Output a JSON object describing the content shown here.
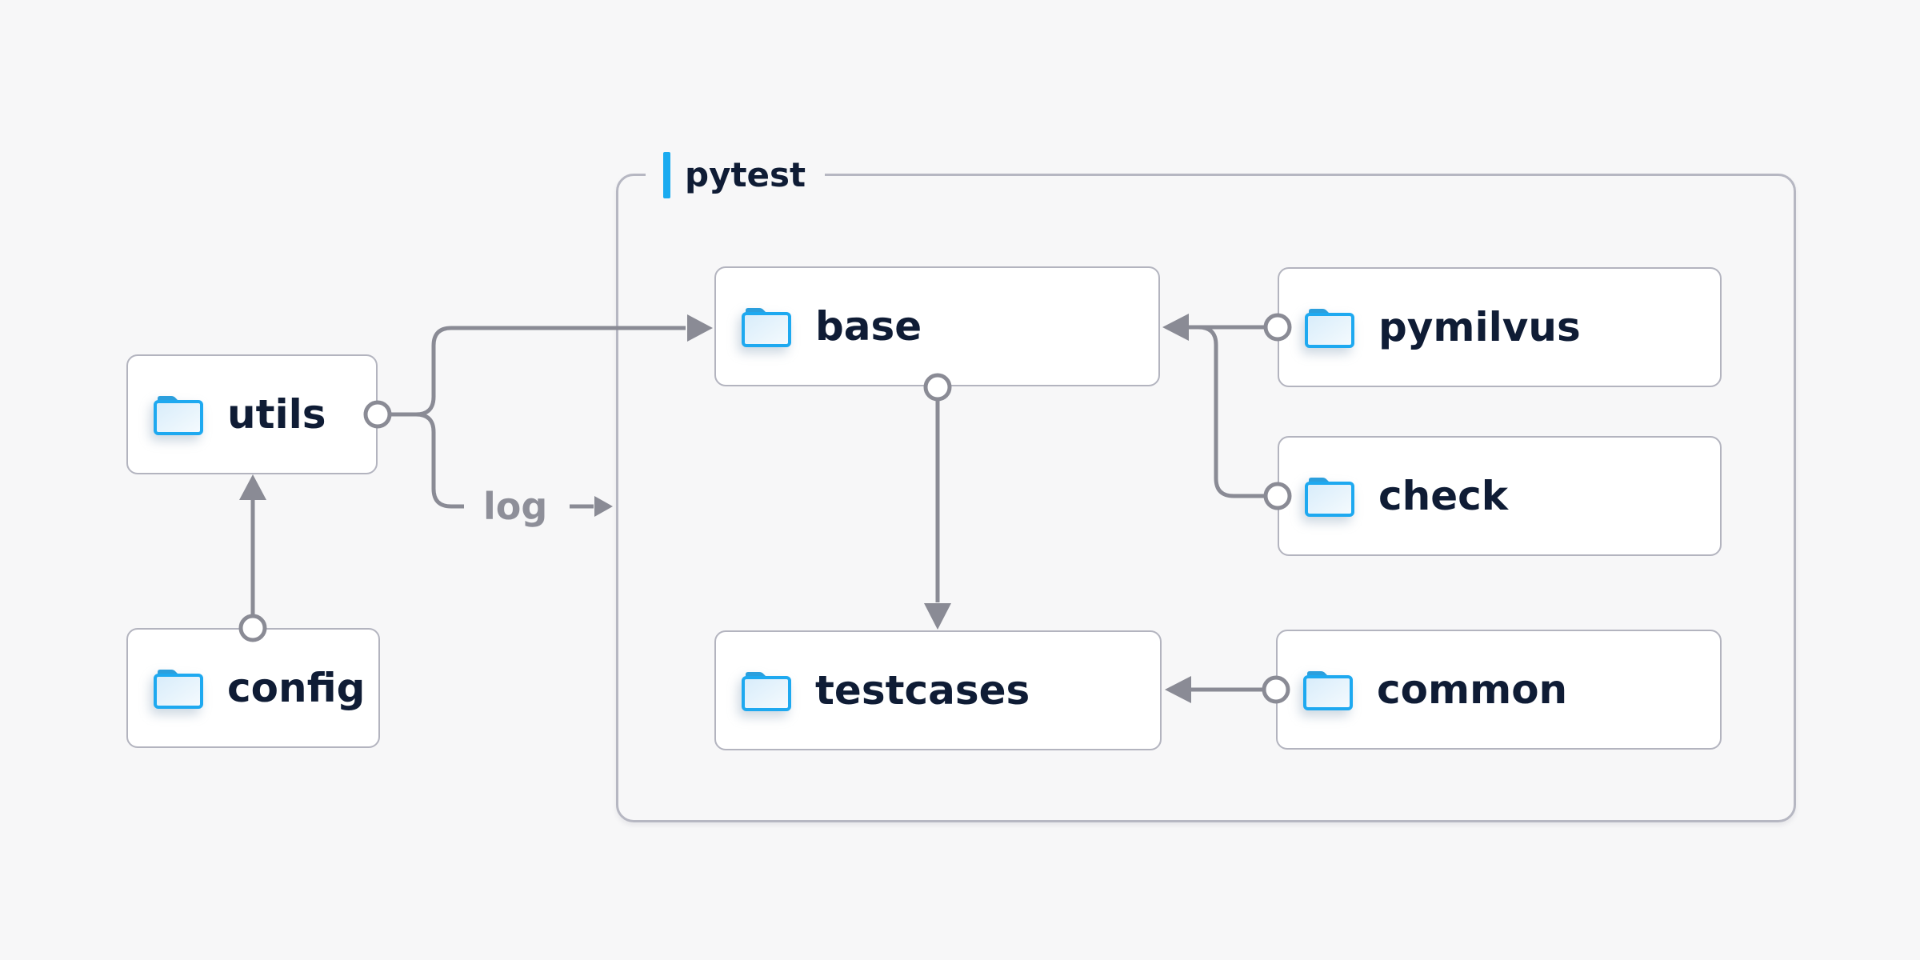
{
  "theme": {
    "bg": "#f7f7f8",
    "box-bg": "#ffffff",
    "box-border": "#b3b4bf",
    "container-border": "#b6b7c2",
    "line": "#8a8b95",
    "text": "#0f1c35",
    "muted": "#8e8f99",
    "accent": "#1aabf0",
    "folder-stroke": "#1ea9f0",
    "folder-tab": "#2b9fdd",
    "folder-fill-start": "#d7ecfa",
    "folder-fill-end": "#f6fbfe"
  },
  "diagram": {
    "container": {
      "label": "pytest"
    },
    "nodes": [
      {
        "id": "utils",
        "label": "utils",
        "icon": "folder-icon",
        "inside_container": false
      },
      {
        "id": "config",
        "label": "config",
        "icon": "folder-icon",
        "inside_container": false
      },
      {
        "id": "base",
        "label": "base",
        "icon": "folder-icon",
        "inside_container": true
      },
      {
        "id": "pymilvus",
        "label": "pymilvus",
        "icon": "folder-icon",
        "inside_container": true
      },
      {
        "id": "check",
        "label": "check",
        "icon": "folder-icon",
        "inside_container": true
      },
      {
        "id": "testcases",
        "label": "testcases",
        "icon": "folder-icon",
        "inside_container": true
      },
      {
        "id": "common",
        "label": "common",
        "icon": "folder-icon",
        "inside_container": true
      }
    ],
    "edges": [
      {
        "from": "config",
        "to": "utils",
        "label": "",
        "source_marker": "circle",
        "target_marker": "arrow"
      },
      {
        "from": "utils",
        "to": "base",
        "label": "",
        "source_marker": "circle",
        "target_marker": "arrow"
      },
      {
        "from": "utils",
        "to": "pytest",
        "label": "log",
        "source_marker": "circle",
        "target_marker": "arrow"
      },
      {
        "from": "pymilvus",
        "to": "base",
        "label": "",
        "source_marker": "circle",
        "target_marker": "arrow"
      },
      {
        "from": "check",
        "to": "base",
        "label": "",
        "source_marker": "circle",
        "target_marker": "arrow"
      },
      {
        "from": "base",
        "to": "testcases",
        "label": "",
        "source_marker": "circle",
        "target_marker": "arrow"
      },
      {
        "from": "common",
        "to": "testcases",
        "label": "",
        "source_marker": "circle",
        "target_marker": "arrow"
      }
    ]
  }
}
